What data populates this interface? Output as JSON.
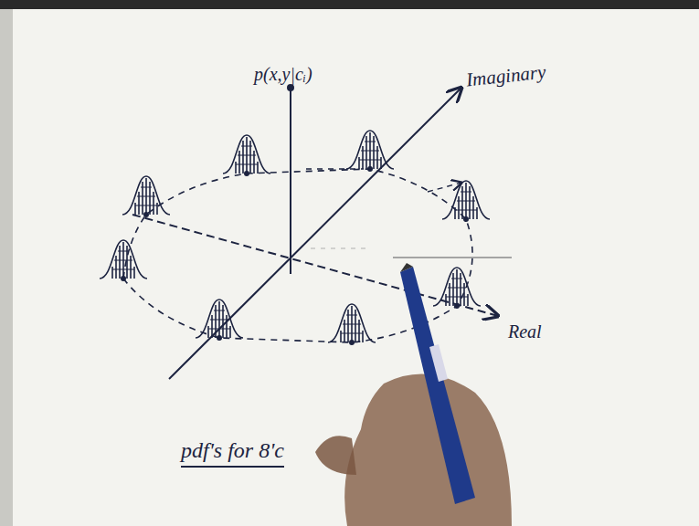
{
  "diagram": {
    "caption": "pdf's for 8'c",
    "labels": [
      "p(x,y|cᵢ)",
      "Imaginary",
      "Real"
    ]
  }
}
